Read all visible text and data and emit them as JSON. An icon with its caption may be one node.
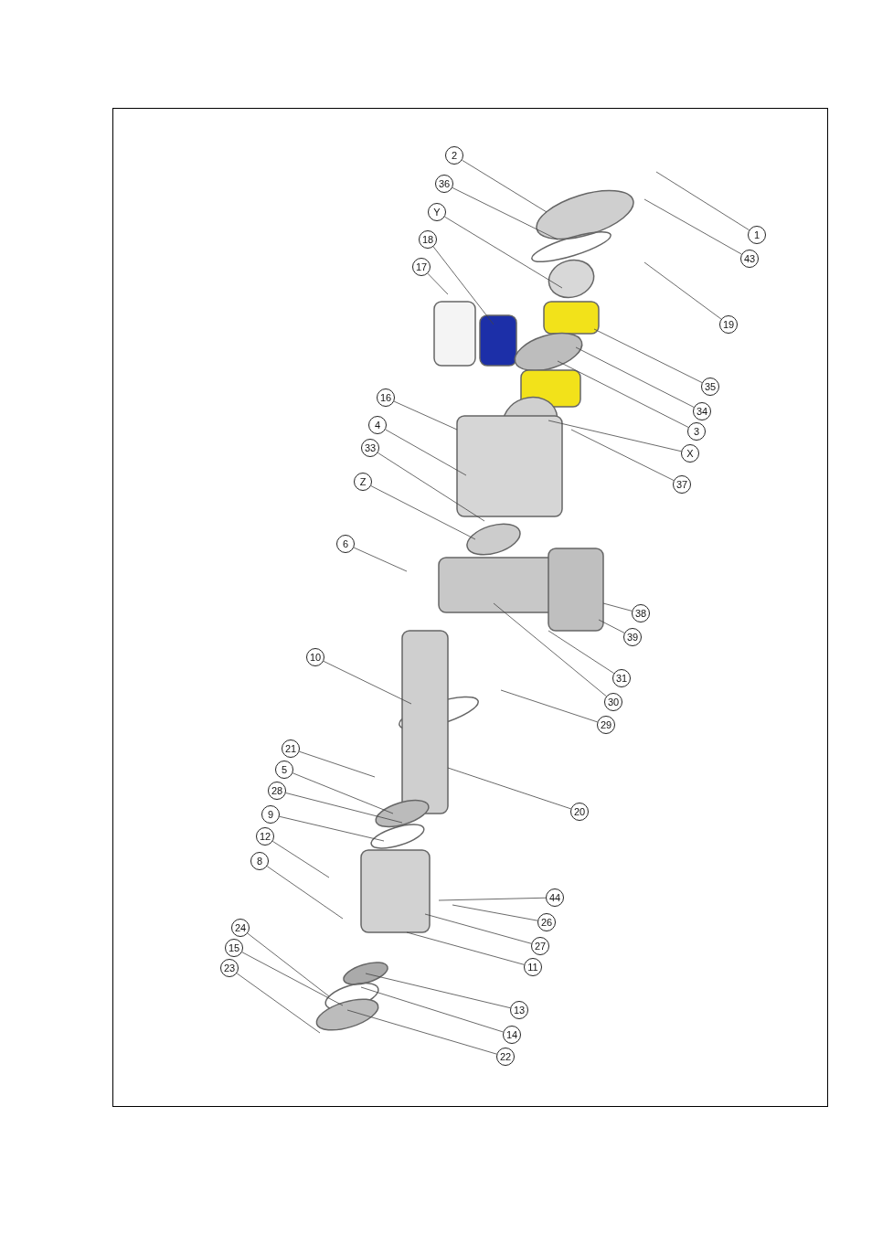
{
  "diagram": {
    "nodes": [
      {
        "text": [
          "1"
        ]
      },
      {
        "text": [
          "43"
        ]
      },
      {
        "text": [
          "19"
        ]
      },
      {
        "text": [
          "2"
        ]
      },
      {
        "text": [
          "36"
        ]
      },
      {
        "text": [
          "Y"
        ]
      },
      {
        "text": [
          "18"
        ]
      },
      {
        "text": [
          "17"
        ]
      },
      {
        "text": [
          "35"
        ]
      },
      {
        "text": [
          "34"
        ]
      },
      {
        "text": [
          "3"
        ]
      },
      {
        "text": [
          "X"
        ]
      },
      {
        "text": [
          "37"
        ]
      },
      {
        "text": [
          "16"
        ]
      },
      {
        "text": [
          "4"
        ]
      },
      {
        "text": [
          "33"
        ]
      },
      {
        "text": [
          "Z"
        ]
      },
      {
        "text": [
          "6"
        ]
      },
      {
        "text": [
          "38"
        ]
      },
      {
        "text": [
          "39"
        ]
      },
      {
        "text": [
          "31"
        ]
      },
      {
        "text": [
          "30"
        ]
      },
      {
        "text": [
          "29"
        ]
      },
      {
        "text": [
          "10"
        ]
      },
      {
        "text": [
          "20"
        ]
      },
      {
        "text": [
          "21"
        ]
      },
      {
        "text": [
          "5"
        ]
      },
      {
        "text": [
          "28"
        ]
      },
      {
        "text": [
          "9"
        ]
      },
      {
        "text": [
          "12"
        ]
      },
      {
        "text": [
          "8"
        ]
      },
      {
        "text": [
          "44"
        ]
      },
      {
        "text": [
          "26"
        ]
      },
      {
        "text": [
          "27"
        ]
      },
      {
        "text": [
          "11"
        ]
      },
      {
        "text": [
          "24"
        ]
      },
      {
        "text": [
          "15"
        ]
      },
      {
        "text": [
          "23"
        ]
      },
      {
        "text": [
          "13"
        ]
      },
      {
        "text": [
          "14"
        ]
      },
      {
        "text": [
          "22"
        ]
      }
    ],
    "edges": [
      {
        "from": 0,
        "to": null,
        "arrow": "none"
      },
      {
        "from": 1,
        "to": null,
        "arrow": "none"
      },
      {
        "from": 2,
        "to": null,
        "arrow": "none"
      },
      {
        "from": 3,
        "to": null,
        "arrow": "none"
      },
      {
        "from": 4,
        "to": null,
        "arrow": "none"
      },
      {
        "from": 5,
        "to": null,
        "arrow": "none"
      },
      {
        "from": 6,
        "to": null,
        "arrow": "none"
      },
      {
        "from": 7,
        "to": null,
        "arrow": "none"
      },
      {
        "from": 8,
        "to": null,
        "arrow": "none"
      },
      {
        "from": 9,
        "to": null,
        "arrow": "none"
      },
      {
        "from": 10,
        "to": null,
        "arrow": "none"
      },
      {
        "from": 11,
        "to": null,
        "arrow": "none"
      },
      {
        "from": 12,
        "to": null,
        "arrow": "none"
      },
      {
        "from": 13,
        "to": null,
        "arrow": "none"
      },
      {
        "from": 14,
        "to": null,
        "arrow": "none"
      },
      {
        "from": 15,
        "to": null,
        "arrow": "none"
      },
      {
        "from": 16,
        "to": null,
        "arrow": "none"
      },
      {
        "from": 17,
        "to": null,
        "arrow": "none"
      },
      {
        "from": 18,
        "to": null,
        "arrow": "none"
      },
      {
        "from": 19,
        "to": null,
        "arrow": "none"
      },
      {
        "from": 20,
        "to": null,
        "arrow": "none"
      },
      {
        "from": 21,
        "to": null,
        "arrow": "none"
      },
      {
        "from": 22,
        "to": null,
        "arrow": "none"
      },
      {
        "from": 23,
        "to": null,
        "arrow": "none"
      },
      {
        "from": 24,
        "to": null,
        "arrow": "none"
      },
      {
        "from": 25,
        "to": null,
        "arrow": "none"
      },
      {
        "from": 26,
        "to": null,
        "arrow": "none"
      },
      {
        "from": 27,
        "to": null,
        "arrow": "none"
      },
      {
        "from": 28,
        "to": null,
        "arrow": "none"
      },
      {
        "from": 29,
        "to": null,
        "arrow": "none"
      },
      {
        "from": 30,
        "to": null,
        "arrow": "none"
      },
      {
        "from": 31,
        "to": null,
        "arrow": "none"
      },
      {
        "from": 32,
        "to": null,
        "arrow": "none"
      },
      {
        "from": 33,
        "to": null,
        "arrow": "none"
      },
      {
        "from": 34,
        "to": null,
        "arrow": "none"
      },
      {
        "from": 35,
        "to": null,
        "arrow": "none"
      },
      {
        "from": 36,
        "to": null,
        "arrow": "none"
      },
      {
        "from": 37,
        "to": null,
        "arrow": "none"
      },
      {
        "from": 38,
        "to": null,
        "arrow": "none"
      },
      {
        "from": 39,
        "to": null,
        "arrow": "none"
      },
      {
        "from": 40,
        "to": null,
        "arrow": "none"
      }
    ]
  }
}
